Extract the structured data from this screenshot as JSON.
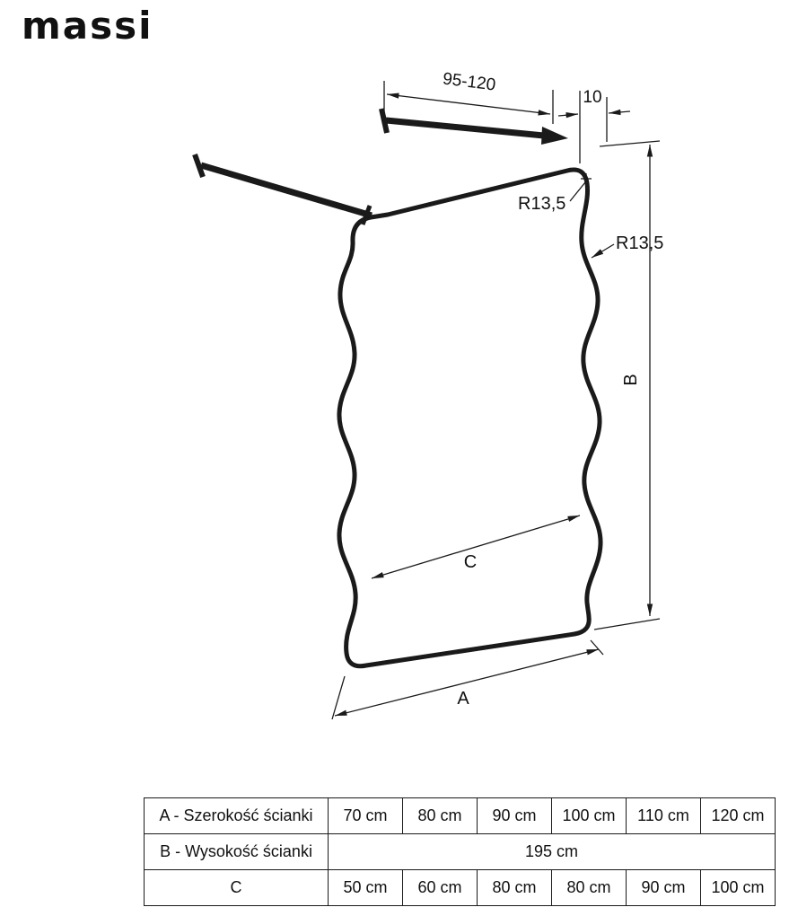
{
  "logo": {
    "text": "massi"
  },
  "diagram": {
    "bar_length_label": "95-120",
    "gap_label": "10",
    "radius_top_label": "R13,5",
    "radius_side_label": "R13,5",
    "height_label": "B",
    "inner_width_label": "C",
    "width_label": "A",
    "line_color": "#1a1a1a"
  },
  "table": {
    "rows": [
      {
        "label": "A - Szerokość ścianki",
        "values": [
          "70 cm",
          "80 cm",
          "90 cm",
          "100 cm",
          "110 cm",
          "120 cm"
        ]
      },
      {
        "label": "B - Wysokość ścianki",
        "span_value": "195 cm"
      },
      {
        "label": "C",
        "values": [
          "50 cm",
          "60 cm",
          "80 cm",
          "80 cm",
          "90 cm",
          "100 cm"
        ]
      }
    ]
  }
}
